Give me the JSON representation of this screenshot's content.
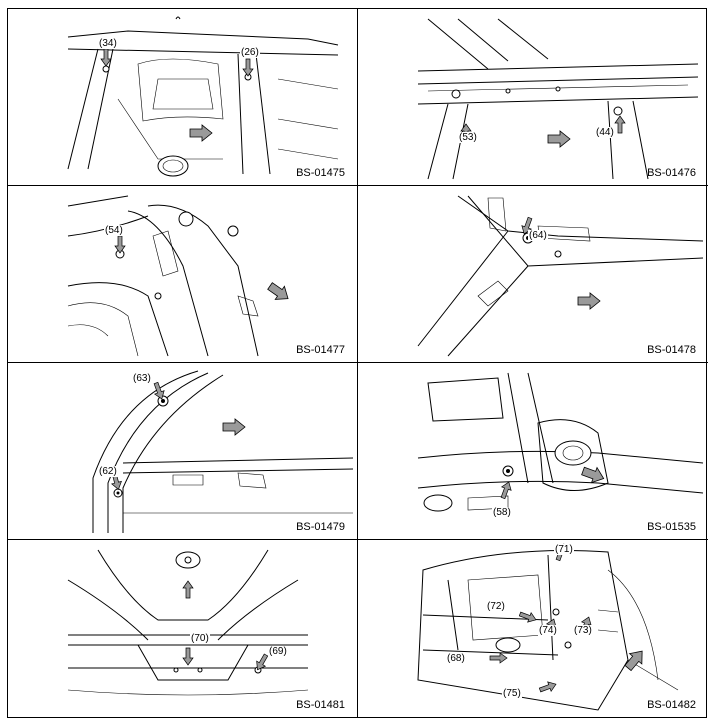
{
  "panels": [
    {
      "code": "BS-01475",
      "callouts": [
        "(34)",
        "(26)"
      ]
    },
    {
      "code": "BS-01476",
      "callouts": [
        "(53)",
        "(44)"
      ]
    },
    {
      "code": "BS-01477",
      "callouts": [
        "(54)"
      ]
    },
    {
      "code": "BS-01478",
      "callouts": [
        "(64)"
      ]
    },
    {
      "code": "BS-01479",
      "callouts": [
        "(63)",
        "(62)"
      ]
    },
    {
      "code": "BS-01535",
      "callouts": [
        "(58)"
      ]
    },
    {
      "code": "BS-01481",
      "callouts": [
        "(70)",
        "(69)"
      ]
    },
    {
      "code": "BS-01482",
      "callouts": [
        "(71)",
        "(72)",
        "(74)",
        "(73)",
        "(68)",
        "(75)"
      ]
    }
  ],
  "colors": {
    "arrow_fill": "#9a9a9a",
    "line": "#000000"
  },
  "icons": {
    "direction_arrow": "front-direction-arrow-icon",
    "callout_arrow": "pointer-arrow-icon"
  }
}
